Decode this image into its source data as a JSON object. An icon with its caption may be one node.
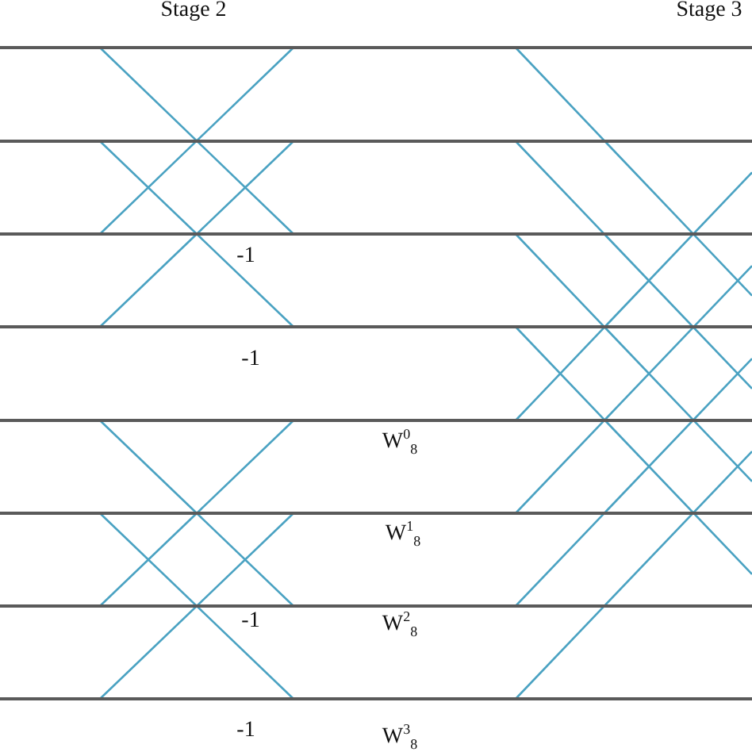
{
  "diagram": {
    "labels": [
      "Stage 2",
      "Stage 3",
      "-1",
      "-1",
      "W$^{0}$$_{8}$",
      "W$^{1}$$_{8}$",
      "-1",
      "W$^{2}$$_{8}$",
      "-1",
      "W$^{3}$$_{8}$"
    ]
  }
}
